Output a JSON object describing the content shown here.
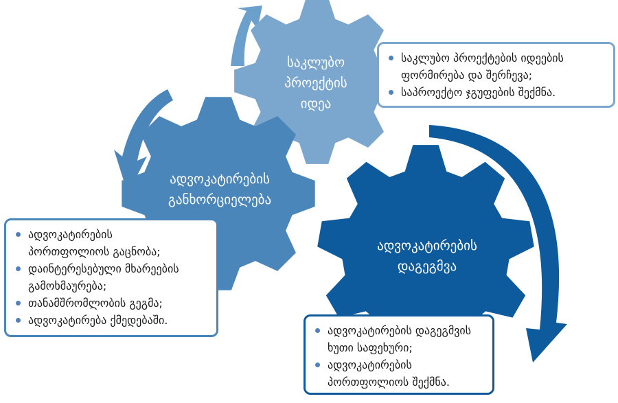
{
  "colors": {
    "gear_top": "#7ba7cf",
    "gear_left": "#4a86ba",
    "gear_right": "#0d5a9c",
    "arrow_top": "#6ca0cc",
    "arrow_left": "#4a86ba",
    "arrow_right": "#0d5a9c",
    "box_border_top": "#7ba7cf",
    "box_border_left": "#4a86ba",
    "box_border_right": "#0d5a9c"
  },
  "gears": {
    "idea": {
      "lines": [
        "საკლუბო",
        "პროექტის",
        "იდეა"
      ]
    },
    "implementation": {
      "lines": [
        "ადვოკატირების",
        "განხორციელება"
      ]
    },
    "planning": {
      "lines": [
        "ადვოკატირების",
        "დაგეგმვა"
      ]
    }
  },
  "boxes": {
    "idea": {
      "items": [
        {
          "lines": [
            "საკლუბო პროექტების იდეების",
            "ფორმირება და შერჩევა;"
          ]
        },
        {
          "lines": [
            "საპროექტო ჯგუფების შექმნა."
          ]
        }
      ]
    },
    "implementation": {
      "items": [
        {
          "lines": [
            "ადვოკატირების",
            "პორთფოლიოს  გაცნობა;"
          ]
        },
        {
          "lines": [
            "დაინტერესებული მხარეების",
            "გამოხმაურება;"
          ]
        },
        {
          "lines": [
            "თანამშრომლობის გეგმა;"
          ]
        },
        {
          "lines": [
            "ადვოკატირება ქმედებაში."
          ]
        }
      ]
    },
    "planning": {
      "items": [
        {
          "lines": [
            "ადვოკატირების დაგეგმვის",
            "ხუთი საფეხური;"
          ]
        },
        {
          "lines": [
            "ადვოკატირების",
            "პორთფოლიოს შექმნა."
          ]
        }
      ]
    }
  }
}
